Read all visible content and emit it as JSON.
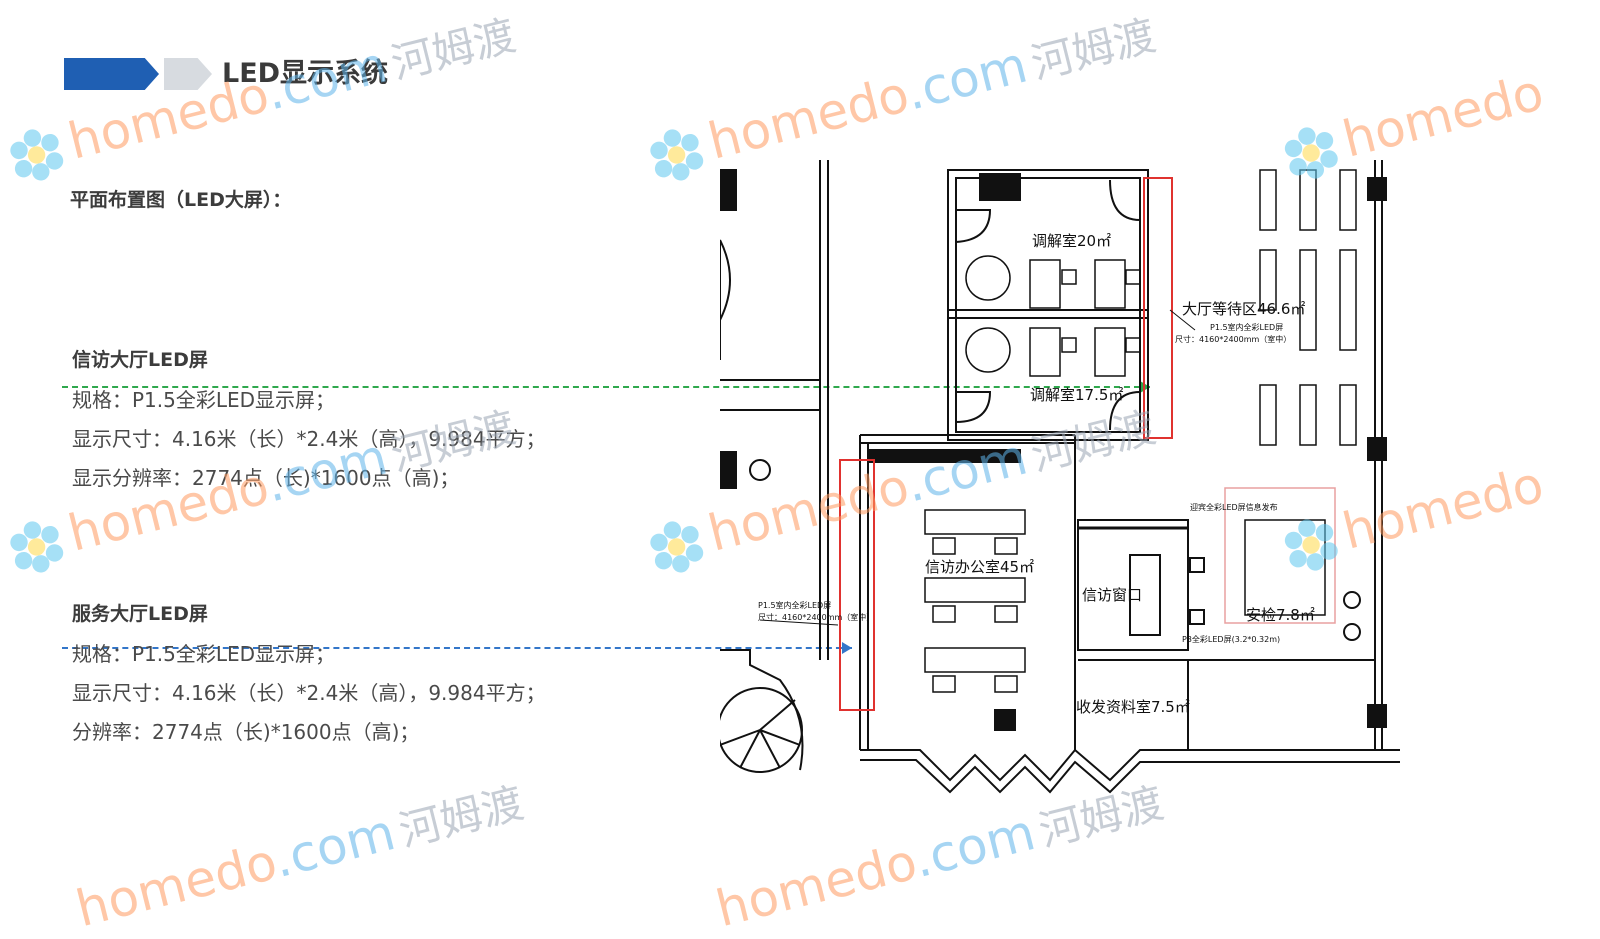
{
  "header": {
    "title": "LED显示系统"
  },
  "section": {
    "heading": "平面布置图（LED大屏）："
  },
  "screens": [
    {
      "name": "信访大厅LED屏",
      "lines": [
        "规格：P1.5全彩LED显示屏；",
        "显示尺寸：4.16米（长）*2.4米（高），9.984平方；",
        "显示分辨率：2774点（长)*1600点（高)；"
      ]
    },
    {
      "name": "服务大厅LED屏",
      "lines": [
        "规格：P1.5全彩LED显示屏；",
        "显示尺寸：4.16米（长）*2.4米（高），9.984平方；",
        "分辨率：2774点（长)*1600点（高)；"
      ]
    }
  ],
  "plan": {
    "rooms": [
      "调解室20㎡",
      "调解室17.5㎡",
      "大厅等待区46.6㎡",
      "信访办公室45㎡",
      "信访窗口",
      "安检7.8㎡",
      "收发资料室7.5㎡"
    ],
    "led_notes": [
      "P1.5室内全彩LED屏",
      "尺寸：4160*2400mm（室中）"
    ],
    "other_notes": [
      "P3全彩LED屏(3.2*0.32m)",
      "迎宾全彩LED屏信息发布"
    ]
  },
  "watermark": {
    "brand": "homedo",
    "domain": ".com",
    "cn": "河姆渡"
  },
  "colors": {
    "accent_blue": "#1f5fb3",
    "green_line": "#2fa84d",
    "blue_line": "#3376c9",
    "highlight_red": "#e0322f"
  }
}
